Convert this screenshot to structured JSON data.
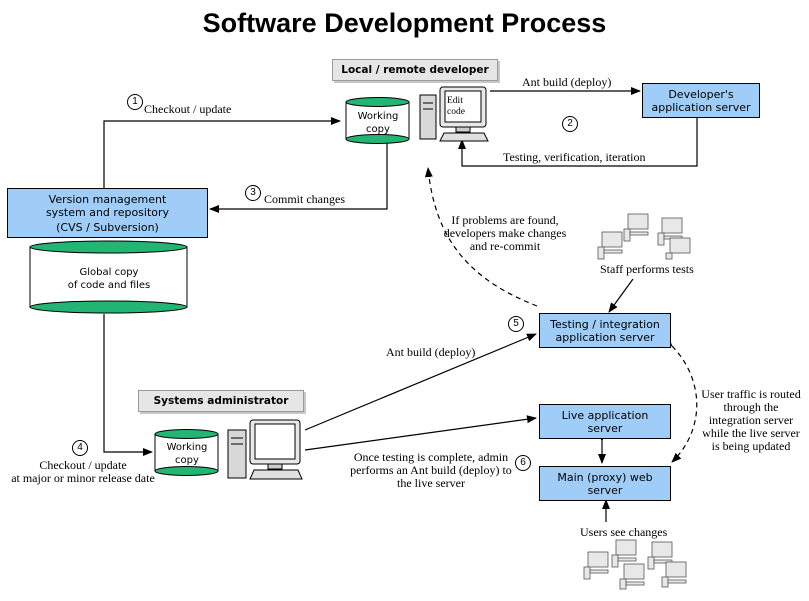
{
  "title": "Software Development Process",
  "headers": {
    "local_dev": "Local / remote developer",
    "sysadmin": "Systems administrator"
  },
  "boxes": {
    "vcs": [
      "Version management",
      "system and repository",
      "(CVS / Subversion)"
    ],
    "dev_server": [
      "Developer's",
      "application server"
    ],
    "testing_server": [
      "Testing / integration",
      "application server"
    ],
    "live_server": [
      "Live application",
      "server"
    ],
    "proxy_server": [
      "Main (proxy) web",
      "server"
    ]
  },
  "cylinders": {
    "global": [
      "Global copy",
      "of code and files"
    ],
    "working_dev": [
      "Working",
      "copy"
    ],
    "working_admin": [
      "Working",
      "copy"
    ]
  },
  "monitor_text": [
    "Edit",
    "code"
  ],
  "labels": {
    "checkout": "Checkout / update",
    "ant_build_dev": "Ant build (deploy)",
    "testing_iteration": "Testing, verification, iteration",
    "commit": "Commit changes",
    "problems": [
      "If problems are found,",
      "developers make changes",
      "and re-commit"
    ],
    "staff_tests": "Staff performs tests",
    "ant_build_test": "Ant build (deploy)",
    "checkout_release": [
      "Checkout / update",
      "at major or minor release date"
    ],
    "admin_deploy": [
      "Once testing is complete, admin",
      "performs an Ant build (deploy) to",
      "the live server"
    ],
    "user_traffic": [
      "User traffic is routed",
      "through  the",
      "integration server",
      "while the live server",
      "is being updated"
    ],
    "users_see": "Users see changes"
  },
  "steps": [
    "1",
    "2",
    "3",
    "4",
    "5",
    "6"
  ],
  "colors": {
    "box_fill": "#9fcdf8",
    "cylinder_fill": "#22b573",
    "header_fill": "#e6e6e6"
  },
  "icons": [
    "computer-icon",
    "computer-group-icon"
  ]
}
